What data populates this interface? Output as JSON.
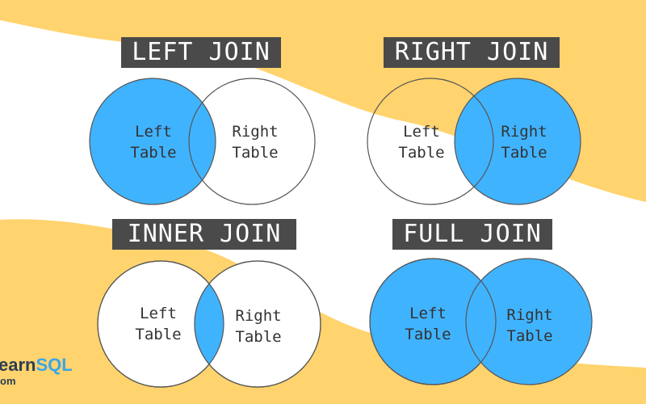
{
  "colors": {
    "highlight": "#40b3ff",
    "background_wave": "#ffd36e",
    "title_bg": "#4a4a4a"
  },
  "joins": {
    "left": {
      "title": "LEFT JOIN",
      "left_label": [
        "Left",
        "Table"
      ],
      "right_label": [
        "Right",
        "Table"
      ],
      "highlight": "left-only-full-left"
    },
    "right": {
      "title": "RIGHT JOIN",
      "left_label": [
        "Left",
        "Table"
      ],
      "right_label": [
        "Right",
        "Table"
      ],
      "highlight": "full-right"
    },
    "inner": {
      "title": "INNER JOIN",
      "left_label": [
        "Left",
        "Table"
      ],
      "right_label": [
        "Right",
        "Table"
      ],
      "highlight": "intersection"
    },
    "full": {
      "title": "FULL JOIN",
      "left_label": [
        "Left",
        "Table"
      ],
      "right_label": [
        "Right",
        "Table"
      ],
      "highlight": "both"
    }
  },
  "logo": {
    "main_prefix": "earn",
    "main_suffix": "SQL",
    "sub": "om"
  }
}
